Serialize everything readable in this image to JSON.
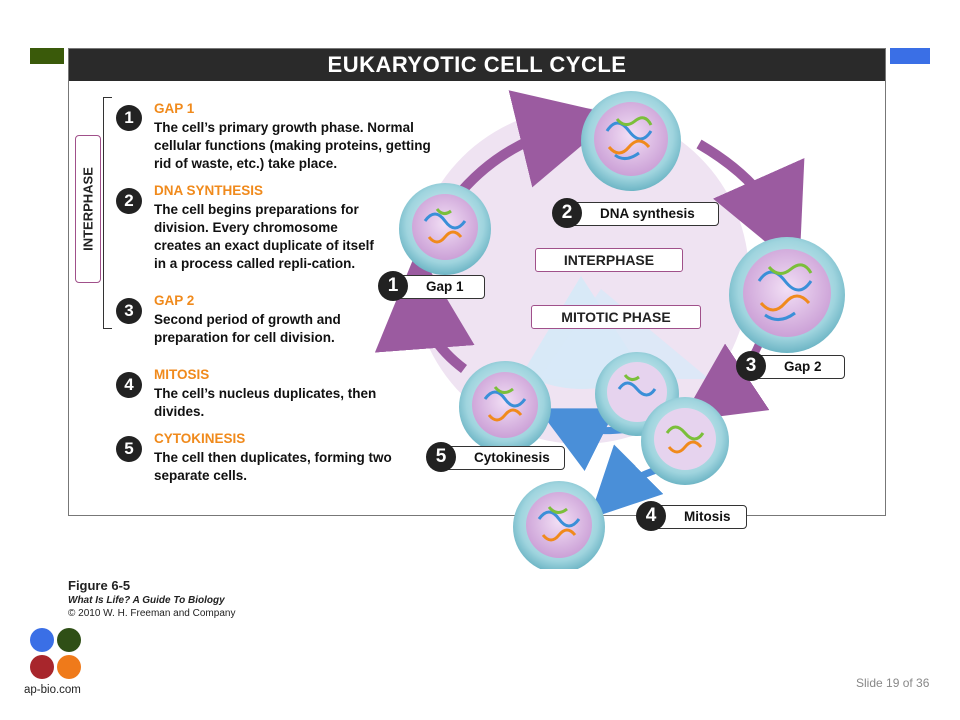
{
  "figure": {
    "title": "EUKARYOTIC CELL CYCLE",
    "side_label": "INTERPHASE",
    "steps": [
      {
        "num": "1",
        "title": "GAP 1",
        "desc": "The cell’s primary growth phase. Normal cellular functions (making proteins, getting rid of waste, etc.) take place."
      },
      {
        "num": "2",
        "title": "DNA SYNTHESIS",
        "desc": "The cell begins preparations for division. Every chromosome creates an exact duplicate of itself in a process called repli-cation."
      },
      {
        "num": "3",
        "title": "GAP 2",
        "desc": "Second period of growth and preparation for cell division."
      },
      {
        "num": "4",
        "title": "MITOSIS",
        "desc": "The cell’s nucleus duplicates, then divides."
      },
      {
        "num": "5",
        "title": "CYTOKINESIS",
        "desc": "The cell then duplicates, forming two separate cells."
      }
    ],
    "diagram_labels": [
      {
        "num": "1",
        "text": "Gap 1"
      },
      {
        "num": "2",
        "text": "DNA synthesis"
      },
      {
        "num": "3",
        "text": "Gap 2"
      },
      {
        "num": "4",
        "text": "Mitosis"
      },
      {
        "num": "5",
        "text": "Cytokinesis"
      }
    ],
    "interphase_label": "INTERPHASE",
    "mitotic_label": "MITOTIC PHASE"
  },
  "caption": {
    "title": "Figure 6-5",
    "subtitle": "What Is Life? A Guide To Biology",
    "copyright": "© 2010 W. H. Freeman and Company"
  },
  "footer": {
    "site": "ap-bio.com",
    "slide_label": "Slide 19 of 36"
  },
  "colors": {
    "title_bar": "#2a2a2a",
    "step_title": "#f08a1c",
    "cycle_fill": "#efe3f2",
    "cycle_arrow": "#9b5ba0",
    "mitotic_fill": "#d8e9f7",
    "mitotic_arrow": "#4a8fd8",
    "logo": [
      "#3a6fe6",
      "#2f4f16",
      "#a8262c",
      "#ef7a1a"
    ]
  },
  "icons": [
    "cell-gap1-icon",
    "cell-dna-synthesis-icon",
    "cell-gap2-icon",
    "cell-mitosis-icon",
    "cell-cytokinesis-icon"
  ]
}
